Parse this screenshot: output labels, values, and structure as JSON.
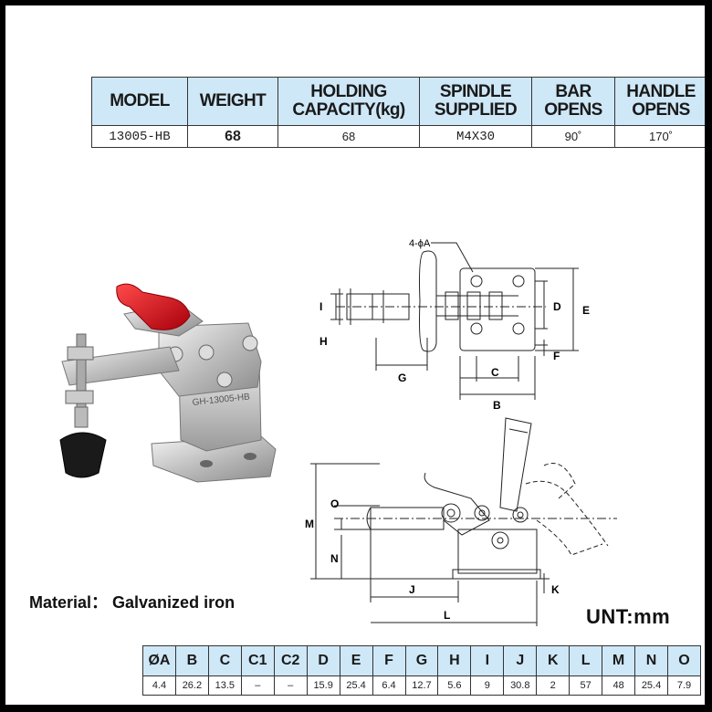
{
  "spec_table": {
    "headers": [
      "MODEL",
      "WEIGHT",
      "HOLDING CAPACITY(kg)",
      "SPINDLE SUPPLIED",
      "BAR OPENS",
      "HANDLE OPENS"
    ],
    "row": [
      "13005-HB",
      "68",
      "68",
      "M4X30",
      "90˚",
      "170˚"
    ]
  },
  "material_label": "Material： Galvanized iron",
  "unit_label": "UNT:mm",
  "drawing": {
    "top_view_labels": [
      "4-ϕA",
      "I",
      "H",
      "G",
      "C",
      "B",
      "D",
      "E",
      "F"
    ],
    "side_view_labels": [
      "M",
      "N",
      "O",
      "J",
      "K",
      "L"
    ],
    "product_marking": "GH-13005-HB"
  },
  "dimension_table": {
    "headers": [
      "ØA",
      "B",
      "C",
      "C1",
      "C2",
      "D",
      "E",
      "F",
      "G",
      "H",
      "I",
      "J",
      "K",
      "L",
      "M",
      "N",
      "O"
    ],
    "values": [
      "4.4",
      "26.2",
      "13.5",
      "–",
      "–",
      "15.9",
      "25.4",
      "6.4",
      "12.7",
      "5.6",
      "9",
      "30.8",
      "2",
      "57",
      "48",
      "25.4",
      "7.9"
    ]
  },
  "colors": {
    "header_fill": "#cfe8f8",
    "handle_grip": "#d0101a",
    "steel": "#c8c8c8",
    "rubber_tip": "#1a1a1a"
  }
}
